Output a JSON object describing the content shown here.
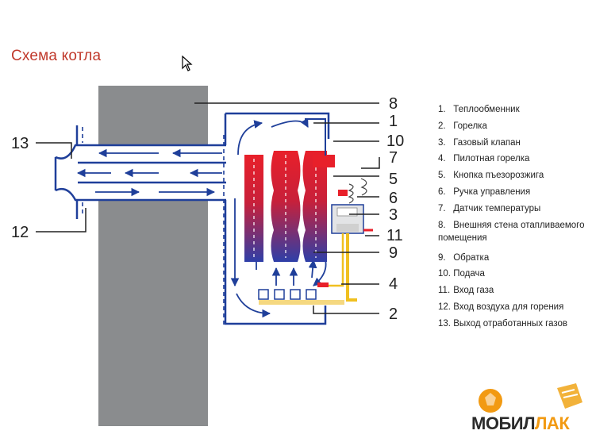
{
  "title": "Схема котла",
  "callouts": [
    "1",
    "2",
    "3",
    "4",
    "5",
    "6",
    "7",
    "8",
    "9",
    "10",
    "11",
    "12",
    "13"
  ],
  "legend": [
    {
      "num": "1.",
      "text": "Теплообменник"
    },
    {
      "num": "2.",
      "text": "Горелка"
    },
    {
      "num": "3.",
      "text": "Газовый клапан"
    },
    {
      "num": "4.",
      "text": "Пилотная горелка"
    },
    {
      "num": "5.",
      "text": "Кнопка пъезорозжига"
    },
    {
      "num": "6.",
      "text": "Ручка управления"
    },
    {
      "num": "7.",
      "text": "Датчик температуры"
    },
    {
      "num": "8.",
      "text": "Внешняя стена отапливаемого помещения"
    },
    {
      "num": "9.",
      "text": " Обратка"
    },
    {
      "num": "10.",
      "text": "Подача"
    },
    {
      "num": "11.",
      "text": "Вход газа"
    },
    {
      "num": "12.",
      "text": "Вход воздуха для горения"
    },
    {
      "num": "13.",
      "text": "Выход отработанных газов"
    }
  ],
  "logo": {
    "part1": "МОБИЛ",
    "part2": "ЛАК"
  },
  "colors": {
    "title": "#c0392b",
    "wall": "#8a8c8e",
    "flow": "#1f3f9a",
    "hot": "#e8202a",
    "gas": "#f0c020",
    "logo_orange": "#f29a12"
  }
}
